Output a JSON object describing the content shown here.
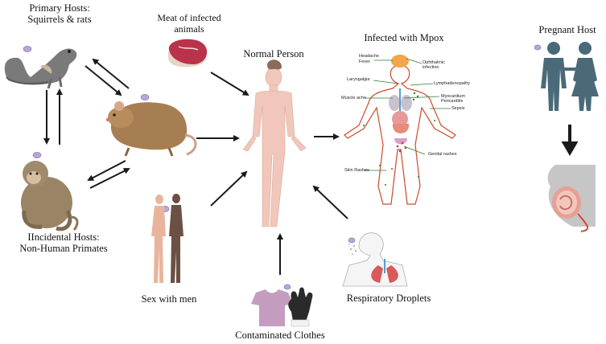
{
  "labels": {
    "primary_hosts": [
      "Primary Hosts:",
      "Squirrels & rats"
    ],
    "meat": [
      "Meat of infected",
      "animals"
    ],
    "normal_person": "Normal Person",
    "infected": "Infected with Mpox",
    "pregnant": "Pregnant Host",
    "incidental": [
      "IIncidental Hosts:",
      "Non-Human Primates"
    ],
    "sex": "Sex with men",
    "respiratory": "Respiratory Droplets",
    "clothes": "Contaminated Clothes"
  },
  "symptoms": {
    "headache": "Headache",
    "fever": "Fever",
    "ophthalmic": [
      "Ophthalmic",
      "infection"
    ],
    "laryngalgia": "Laryngalgia",
    "lymph": "Lymphadenopathy",
    "muscle": "Muscle ache",
    "myocardium": [
      "Myocardium",
      "Pericarditis"
    ],
    "sepsis": "Sepsis",
    "genital": "Genital rashes",
    "skin": "Skin Rashes"
  },
  "colors": {
    "arrow": "#1a1a1a",
    "skin": "#f1c7bb",
    "rat": "#a77e52",
    "squirrel": "#7a7a7a",
    "monkey": "#9b8466",
    "pregnant_figure": "#4a6a7a",
    "shirt": "#c49cc0",
    "glove": "#2a2a2a",
    "virus": "#b9a7d6",
    "green_line": "#2e7d32"
  }
}
